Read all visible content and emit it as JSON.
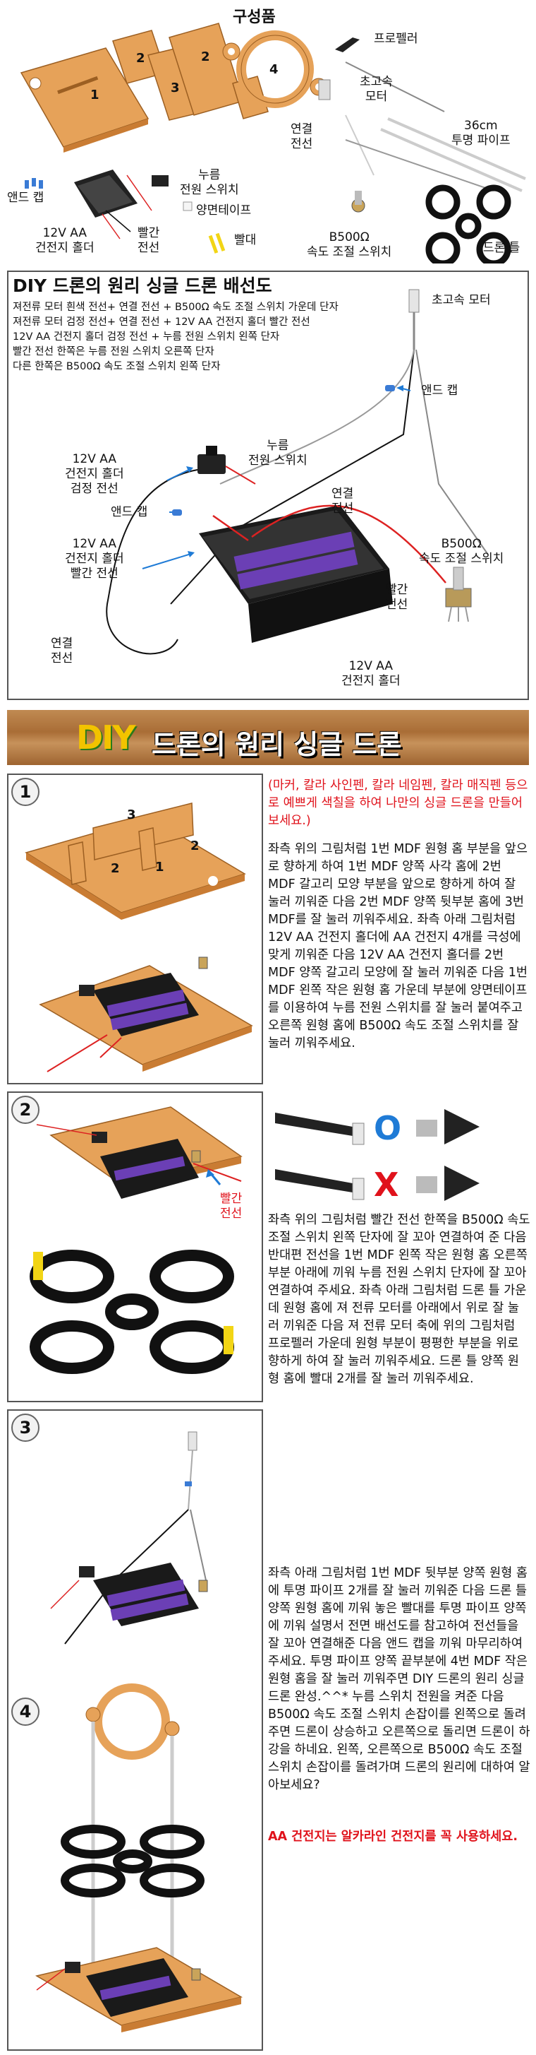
{
  "parts": {
    "title": "구성품",
    "propeller": "프로펠러",
    "motor": "초고속\n모터",
    "wire": "연결\n전선",
    "pipe": "36cm\n투명 파이프",
    "cap": "앤드 캡",
    "holder": "12V AA\n건전지 홀더",
    "red_wire": "빨간\n전선",
    "switch": "누름\n전원 스위치",
    "tape": "양면테이프",
    "straw": "빨대",
    "resistor": "B500Ω\n속도 조절 스위치",
    "frame": "드론 틀",
    "piece_labels": [
      "1",
      "2",
      "3",
      "2",
      "4"
    ]
  },
  "wiring": {
    "title": "DIY 드론의 원리 싱글 드론 배선도",
    "lines": [
      "져전류 모터 흰색 전선+ 연결 전선 + B500Ω 속도 조절 스위치 가운데 단자",
      "져전류 모터 검정 전선+ 연결 전선 + 12V AA 건전지 홀더 빨간 전선",
      "12V AA 건전지 홀더 검정 전선 + 누름 전원 스위치 왼쪽 단자",
      "빨간 전선 한쪽은 누름 전원 스위치 오른쪽 단자",
      "다른 한쪽은 B500Ω 속도 조절 스위치 왼쪽 단자"
    ],
    "motor": "초고속 모터",
    "cap_right": "앤드 캡",
    "switch": "누름\n전원 스위치",
    "holder_black": "12V AA\n건전지 홀더\n검정 전선",
    "cap_left": "앤드 캡",
    "holder_red": "12V AA\n건전지 홀더\n빨간 전선",
    "wire_mid": "연결\n전선",
    "resistor": "B500Ω\n속도 조절 스위치",
    "red_wire": "빨간\n전선",
    "wire_bottom": "연결\n전선",
    "holder_bottom": "12V AA\n건전지 홀더"
  },
  "banner": {
    "logo": "DIY",
    "title": "드론의 원리 싱글 드론"
  },
  "step1": {
    "num": "1",
    "piece_labels": [
      "3",
      "2",
      "2",
      "1"
    ],
    "note": "(마커, 칼라 사인펜, 칼라 네임펜, 칼라 매직펜 등으로 예쁘게 색칠을 하여 나만의 싱글 드론을 만들어 보세요.)",
    "text": "좌측 위의 그림처럼 1번 MDF 원형 홈 부분을 앞으로 향하게 하여 1번 MDF 양쪽 사각 홈에 2번 MDF 갈고리 모양 부분을 앞으로 향하게 하여 잘 눌러 끼워준 다음 2번 MDF 양쪽 뒷부분 홈에 3번 MDF를 잘 눌러 끼워주세요. 좌측 아래 그림처럼 12V AA 건전지 홀더에 AA 건전지 4개를 극성에 맞게 끼워준 다음 12V AA 건전지 홀더를 2번 MDF 양쪽 갈고리 모양에 잘 눌러 끼워준 다음 1번 MDF 왼쪽 작은 원형 홈 가운데 부분에 양면테이프를 이용하여 누름 전원 스위치를 잘 눌러 붙여주고 오른쪽 원형 홈에 B500Ω 속도 조절 스위치를 잘 눌러 끼워주세요."
  },
  "step2": {
    "num": "2",
    "red_wire": "빨간\n전선",
    "ok": "O",
    "ng": "X",
    "text": "좌측 위의 그림처럼 빨간 전선 한쪽을 B500Ω 속도 조절 스위치 왼쪽 단자에 잘 꼬아 연결하여 준 다음 반대편 전선을 1번 MDF 왼쪽 작은 원형 홈 오른쪽 부분 아래에 끼워 누름 전원 스위치 단자에 잘 꼬아 연결하여 주세요. 좌측 아래 그림처럼 드론 틀 가운데 원형 홈에 져 전류 모터를 아래에서 위로 잘 눌러 끼워준 다음 져 전류 모터 축에 위의 그림처럼 프로펠러 가운데 원형 부분이 평평한 부분을 위로 향하게 하여 잘 눌러 끼워주세요. 드론 틀 양쪽 원형 홈에 빨대 2개를 잘 눌러 끼워주세요."
  },
  "step3": {
    "num": "3"
  },
  "step4": {
    "num": "4",
    "text": "좌측 아래 그림처럼 1번 MDF 뒷부분 양쪽 원형 홈에 투명 파이프 2개를 잘 눌러 끼워준 다음 드론 틀 양쪽 원형 홈에 끼워 놓은 빨대를 투명 파이프 양쪽에 끼워 설명서 전면 배선도를 참고하여 전선들을 잘 꼬아 연결해준 다음 앤드 캡을 끼워 마무리하여 주세요. 투명 파이프 양쪽 끝부분에 4번 MDF 작은 원형 홈을 잘 눌러 끼워주면 DIY 드론의 원리 싱글 드론 완성.^^* 누름 스위치 전원을 켜준 다음 B500Ω 속도 조절 스위치 손잡이를 왼쪽으로 돌려주면 드론이 상승하고 오른쪽으로 돌리면 드론이 하강을 하네요. 왼쪽, 오른쪽으로 B500Ω 속도 조절 스위치 손잡이를 돌려가며 드론의 원리에 대하여 알아보세요?",
    "warning": "AA 건전지는 알카라인 건전지를 꼭 사용하세요."
  }
}
